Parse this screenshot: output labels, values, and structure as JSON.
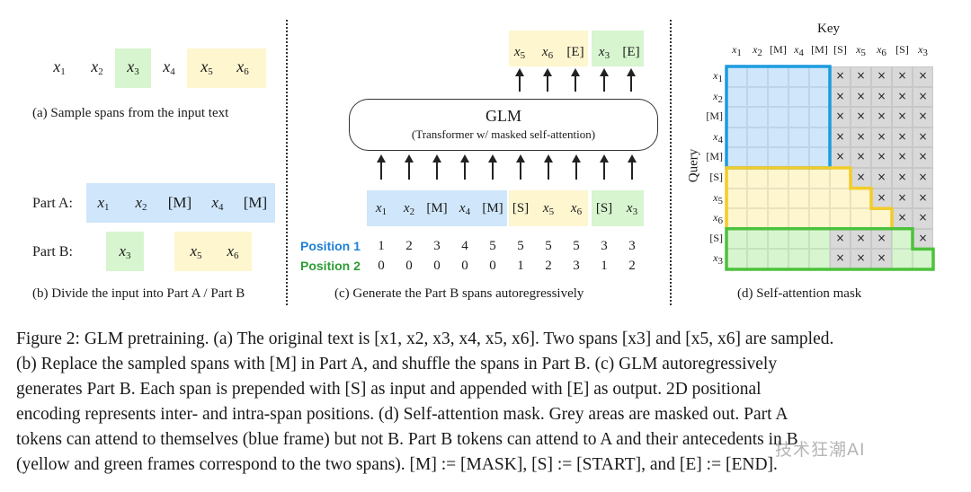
{
  "panel_a": {
    "tokens": [
      "x1",
      "x2",
      "x3",
      "x4",
      "x5",
      "x6"
    ],
    "caption": "(a)  Sample spans from the input text"
  },
  "panel_b": {
    "part_a_label": "Part A:",
    "part_b_label": "Part B:",
    "part_a_tokens": [
      "x1",
      "x2",
      "[M]",
      "x4",
      "[M]"
    ],
    "part_b_tokens": [
      "x3",
      "x5",
      "x6"
    ],
    "caption": "(b)  Divide the input into Part A / Part B"
  },
  "panel_c": {
    "model_name": "GLM",
    "model_desc": "(Transformer w/ masked self-attention)",
    "output_tokens": [
      "x5",
      "x6",
      "[E]",
      "x3",
      "[E]"
    ],
    "input_tokens": [
      "x1",
      "x2",
      "[M]",
      "x4",
      "[M]",
      "[S]",
      "x5",
      "x6",
      "[S]",
      "x3"
    ],
    "position1_label": "Position 1",
    "position2_label": "Position 2",
    "position1": [
      "1",
      "2",
      "3",
      "4",
      "5",
      "5",
      "5",
      "5",
      "3",
      "3"
    ],
    "position2": [
      "0",
      "0",
      "0",
      "0",
      "0",
      "1",
      "2",
      "3",
      "1",
      "2"
    ],
    "caption": "(c)  Generate the Part B spans autoregressively"
  },
  "panel_d": {
    "key_label": "Key",
    "query_label": "Query",
    "key_tokens": [
      "x1",
      "x2",
      "[M]",
      "x4",
      "[M]",
      "[S]",
      "x5",
      "x6",
      "[S]",
      "x3"
    ],
    "query_tokens": [
      "x1",
      "x2",
      "[M]",
      "x4",
      "[M]",
      "[S]",
      "x5",
      "x6",
      "[S]",
      "x3"
    ],
    "mask_symbol": "×",
    "caption": "(d)  Self-attention mask"
  },
  "figure_caption": [
    "Figure 2: GLM pretraining. (a) The original text is [x1, x2, x3, x4, x5, x6]. Two spans [x3] and [x5, x6] are sampled.",
    "(b) Replace the sampled spans with [M] in Part A, and shuffle the spans in Part B. (c) GLM autoregressively",
    "generates Part B. Each span is prepended with [S] as input and appended with [E] as output.  2D positional",
    "encoding represents inter- and intra-span positions. (d) Self-attention mask. Grey areas are masked out. Part A",
    "tokens can attend to themselves (blue frame) but not B. Part B tokens can attend to A and their antecedents in B",
    "(yellow and green frames correspond to the two spans). [M] := [MASK], [S] := [START], and [E] := [END]."
  ],
  "watermark": "技术狂潮AI",
  "colors": {
    "blue_fill": "#cfe6fb",
    "yellow_fill": "#fdf6cf",
    "green_fill": "#d7f5cf",
    "grey_fill": "#d9d9d9",
    "blue_frame": "#1b9be0",
    "yellow_frame": "#f2cc2a",
    "green_frame": "#4cc23c"
  }
}
